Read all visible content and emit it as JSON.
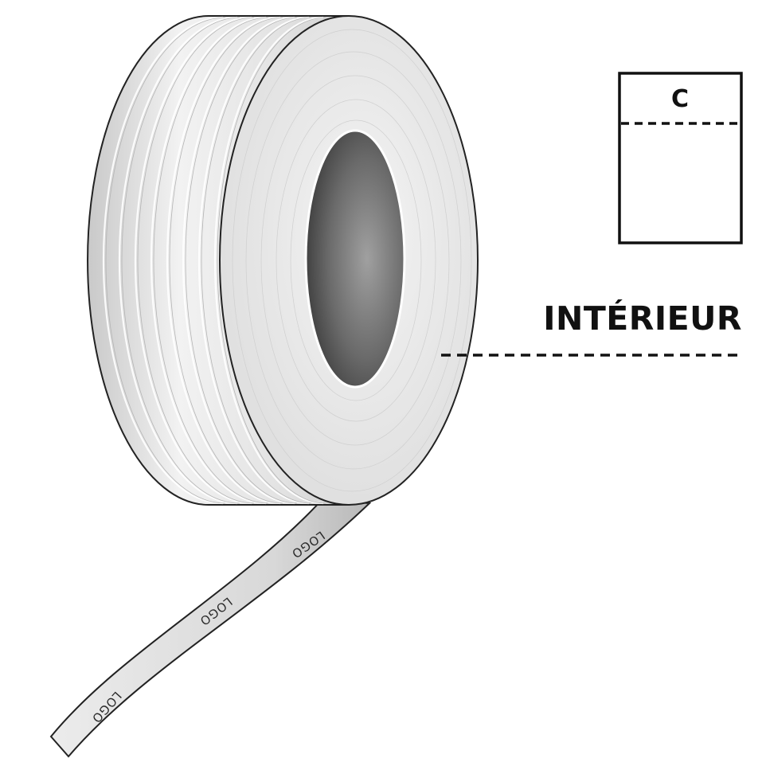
{
  "diagram": {
    "box_label": "C",
    "side_label": "INTÉRIEUR",
    "strap_text": [
      "LOGO",
      "LOGO",
      "LOGO"
    ]
  },
  "colors": {
    "outline": "#222222",
    "roll_face": "#e8e8e8",
    "roll_side": "#dcdcdc",
    "core_dark": "#4a4a4a",
    "core_light": "#8f8f8f",
    "strap": "#d2d2d2",
    "label": "#111111"
  }
}
